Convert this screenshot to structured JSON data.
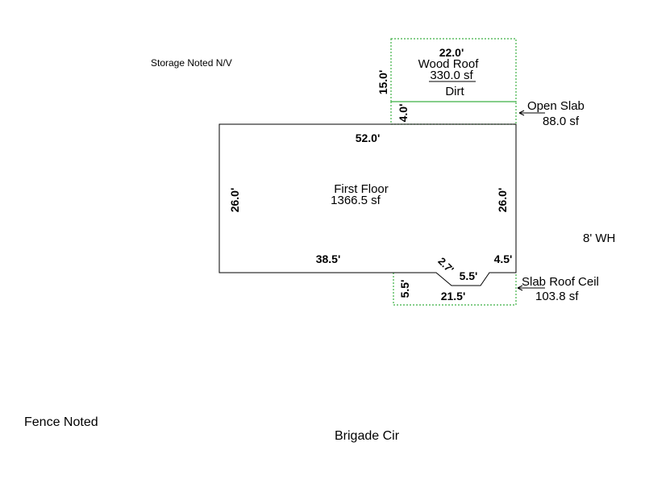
{
  "notes": {
    "storage": "Storage Noted N/V",
    "fence": "Fence Noted",
    "street": "Brigade Cir",
    "water_heater": "8' WH"
  },
  "main_floor": {
    "name": "First Floor",
    "area": "1366.5 sf",
    "dims": {
      "top": "52.0'",
      "left": "26.0'",
      "right": "26.0'",
      "bottom_left": "38.5'",
      "bottom_right": "4.5'",
      "notch_diag": "2.7'",
      "notch_bottom": "5.5'"
    }
  },
  "wood_roof": {
    "name": "Wood Roof",
    "area": "330.0 sf",
    "surface": "Dirt",
    "width": "22.0'",
    "depth": "15.0'"
  },
  "open_slab": {
    "name": "Open Slab",
    "area": "88.0 sf",
    "depth": "4.0'"
  },
  "slab_roof_ceil": {
    "name": "Slab Roof Ceil",
    "area": "103.8 sf",
    "width": "21.5'",
    "depth": "5.5'"
  },
  "colors": {
    "outline": "#000000",
    "dotted": "#3cb043"
  }
}
